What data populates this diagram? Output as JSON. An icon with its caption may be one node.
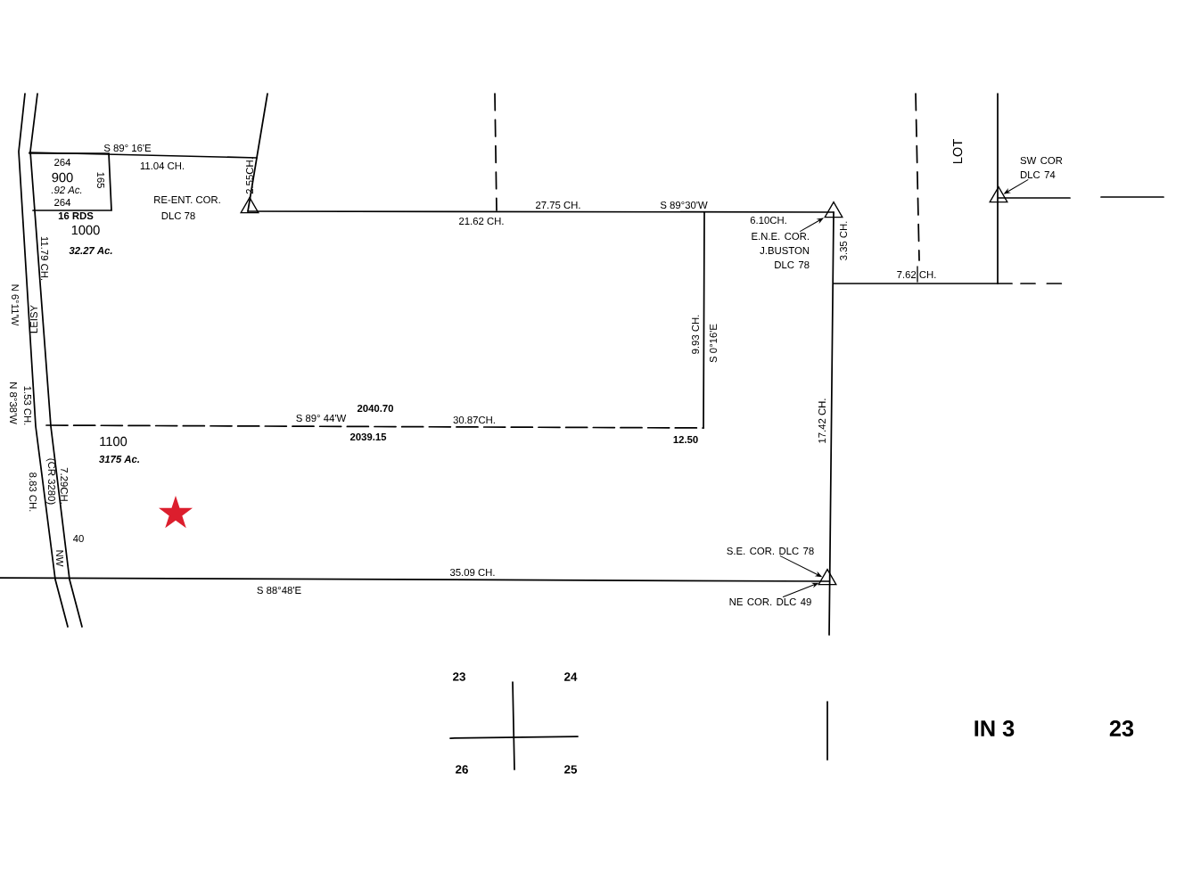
{
  "diagram": {
    "nodes": [
      {
        "text": [
          "E.N.E. COR. J.BUSTON DLC 78"
        ]
      },
      {
        "text": [],
        "shape": "triangle"
      },
      {
        "text": [
          "SW COR DLC 74"
        ]
      },
      {
        "text": [],
        "shape": "triangle"
      },
      {
        "text": [
          "S.E. COR. DLC 78"
        ]
      },
      {
        "text": [],
        "shape": "triangle"
      },
      {
        "text": [
          "NE COR. DLC 49"
        ]
      },
      {
        "text": [],
        "shape": "triangle"
      }
    ],
    "edges": [
      {
        "from": 0,
        "to": 1,
        "arrow": "to"
      },
      {
        "from": 2,
        "to": 3,
        "arrow": "to"
      },
      {
        "from": 4,
        "to": 5,
        "arrow": "to"
      },
      {
        "from": 6,
        "to": 5,
        "arrow": "to"
      }
    ],
    "labels": [
      "S 89° 16'E",
      "11.04 CH.",
      "264",
      "900",
      ".92 Ac.",
      "264",
      "165",
      "RE-ENT. COR.",
      "DLC 78",
      "2.55CH.",
      "16 RDS",
      "1000",
      "32.27 Ac.",
      "21.62 CH.",
      "27.75 CH.",
      "S 89°30'W",
      "6.10CH.",
      "3.35 CH.",
      "LOT",
      "7.62 CH.",
      "9.93 CH.",
      "S 0°16'E",
      "17.42 CH.",
      "2040.70",
      "S 89° 44'W",
      "30.87CH.",
      "2039.15",
      "12.50",
      "1100",
      "3175 Ac.",
      "11.79 CH.",
      "LEISY",
      "N 6°11'W",
      "N 8°38'W",
      "1.53 CH.",
      "8.83 CH.",
      "(CR 3280)",
      "7.29CH.",
      "NW",
      "40",
      "35.09 CH.",
      "S 88°48'E",
      "23",
      "24",
      "26",
      "25",
      "IN 3",
      "23"
    ]
  }
}
